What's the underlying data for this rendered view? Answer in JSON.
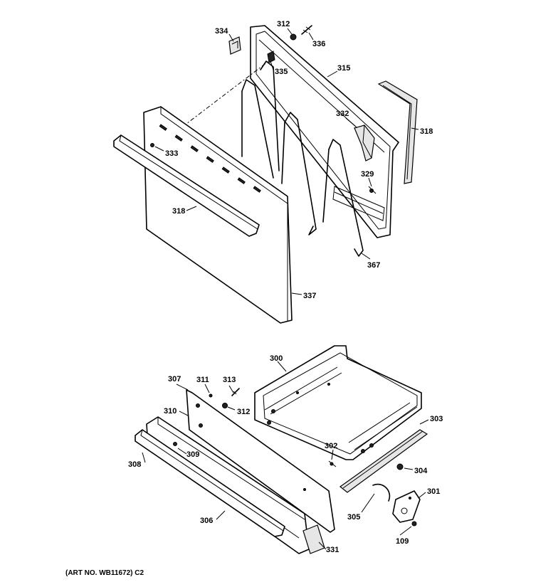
{
  "labels": {
    "l334": "334",
    "l312a": "312",
    "l336": "336",
    "l335": "335",
    "l315": "315",
    "l332": "332",
    "l318a": "318",
    "l333": "333",
    "l329": "329",
    "l318b": "318",
    "l367": "367",
    "l337": "337",
    "l300": "300",
    "l307": "307",
    "l311": "311",
    "l313": "313",
    "l312b": "312",
    "l310": "310",
    "l303": "303",
    "l309": "309",
    "l308": "308",
    "l302": "302",
    "l304": "304",
    "l301": "301",
    "l305": "305",
    "l306": "306",
    "l109": "109",
    "l331": "331"
  },
  "art_number": "(ART NO. WB11672) C2"
}
